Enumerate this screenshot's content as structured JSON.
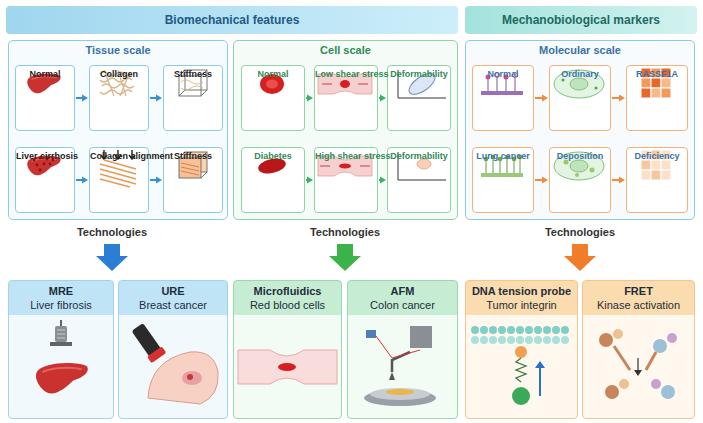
{
  "diagram": {
    "nodes": [
      {
        "text": [
          "Biomechanical features"
        ]
      },
      {
        "text": [
          "Mechanobiological markers"
        ]
      },
      {
        "text": [
          "Tissue scale"
        ]
      },
      {
        "text": [
          "Normal"
        ],
        "in": 2
      },
      {
        "text": [
          "Collagen"
        ],
        "in": 2
      },
      {
        "text": [
          "Stiffness"
        ],
        "in": 2
      },
      {
        "text": [
          "Liver cirrhosis"
        ],
        "in": 2
      },
      {
        "text": [
          "Collagen alignment"
        ],
        "in": 2
      },
      {
        "text": [
          "Stiffness"
        ],
        "in": 2
      },
      {
        "text": [
          "Cell scale"
        ]
      },
      {
        "text": [
          "Normal"
        ],
        "in": 9
      },
      {
        "text": [
          "Low shear stress"
        ],
        "in": 9
      },
      {
        "text": [
          "Deformability"
        ],
        "in": 9
      },
      {
        "text": [
          "Diabetes"
        ],
        "in": 9
      },
      {
        "text": [
          "High shear stress"
        ],
        "in": 9
      },
      {
        "text": [
          "Deformability"
        ],
        "in": 9
      },
      {
        "text": [
          "Molecular scale"
        ]
      },
      {
        "text": [
          "Normal"
        ],
        "in": 16
      },
      {
        "text": [
          "Ordinary"
        ],
        "in": 16
      },
      {
        "text": [
          "RASSF1A"
        ],
        "in": 16
      },
      {
        "text": [
          "Lung cancer"
        ],
        "in": 16
      },
      {
        "text": [
          "Deposition"
        ],
        "in": 16
      },
      {
        "text": [
          "Deficiency"
        ],
        "in": 16
      },
      {
        "text": [
          "MRE",
          "Liver fibrosis"
        ]
      },
      {
        "text": [
          "URE",
          "Breast cancer"
        ]
      },
      {
        "text": [
          "Microfluidics",
          "Red blood cells"
        ]
      },
      {
        "text": [
          "AFM",
          "Colon cancer"
        ]
      },
      {
        "text": [
          "DNA tension probe",
          "Tumor integrin"
        ]
      },
      {
        "text": [
          "FRET",
          "Kinase activation"
        ]
      }
    ],
    "edges": [
      {
        "from": 3,
        "to": 4,
        "arrow": "to"
      },
      {
        "from": 4,
        "to": 5,
        "arrow": "to"
      },
      {
        "from": 6,
        "to": 7,
        "arrow": "to"
      },
      {
        "from": 7,
        "to": 8,
        "arrow": "to"
      },
      {
        "from": 10,
        "to": 11,
        "arrow": "to"
      },
      {
        "from": 11,
        "to": 12,
        "arrow": "to"
      },
      {
        "from": 13,
        "to": 14,
        "arrow": "to"
      },
      {
        "from": 14,
        "to": 15,
        "arrow": "to"
      },
      {
        "from": 17,
        "to": 18,
        "arrow": "to"
      },
      {
        "from": 18,
        "to": 19,
        "arrow": "to"
      },
      {
        "from": 20,
        "to": 21,
        "arrow": "to"
      },
      {
        "from": 21,
        "to": 22,
        "arrow": "to"
      }
    ],
    "labels": [
      "Technologies",
      "Technologies",
      "Technologies"
    ]
  }
}
